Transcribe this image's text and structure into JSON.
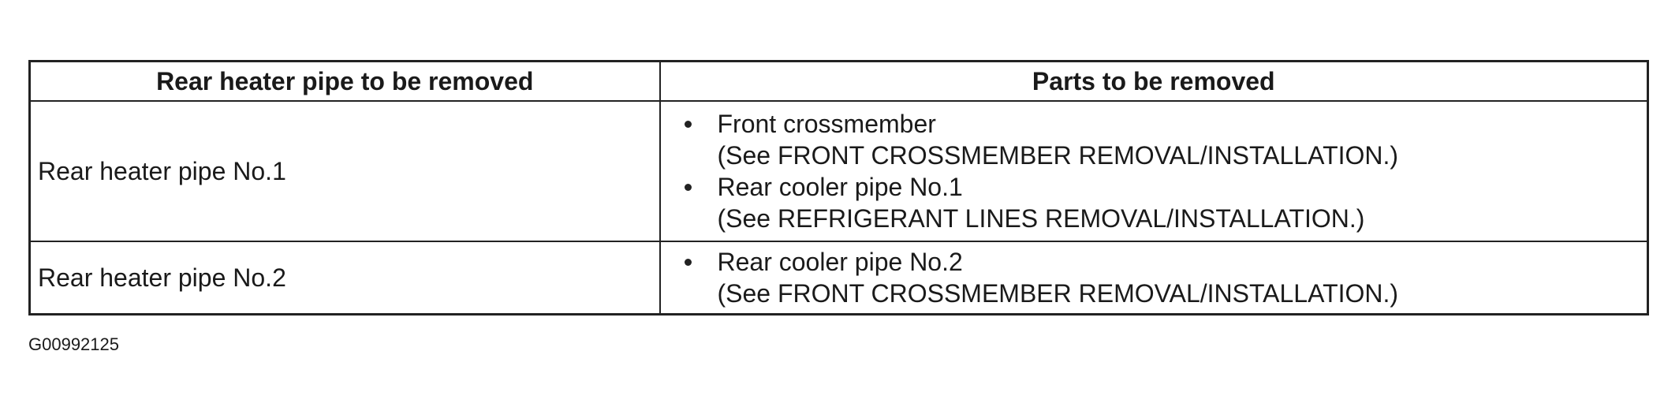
{
  "table": {
    "headers": [
      "Rear heater pipe to be removed",
      "Parts to be removed"
    ],
    "rows": [
      {
        "pipe": "Rear heater pipe No.1",
        "parts": [
          {
            "name": "Front crossmember",
            "ref": "(See FRONT CROSSMEMBER REMOVAL/INSTALLATION.)"
          },
          {
            "name": "Rear cooler pipe No.1",
            "ref": "(See REFRIGERANT LINES REMOVAL/INSTALLATION.)"
          }
        ]
      },
      {
        "pipe": "Rear heater pipe No.2",
        "parts": [
          {
            "name": "Rear cooler pipe No.2",
            "ref": "(See FRONT CROSSMEMBER REMOVAL/INSTALLATION.)"
          }
        ]
      }
    ]
  },
  "figure_id": "G00992125"
}
